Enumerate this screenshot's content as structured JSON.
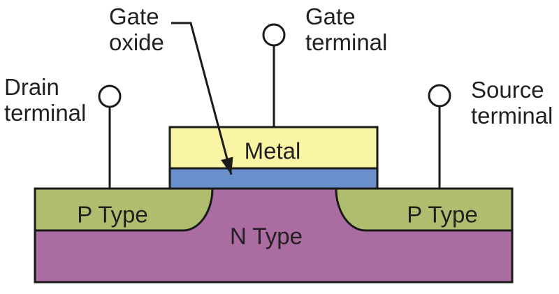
{
  "labels": {
    "gate_oxide": {
      "line1": "Gate",
      "line2": "oxide"
    },
    "gate_terminal": {
      "line1": "Gate",
      "line2": "terminal"
    },
    "drain_terminal": {
      "line1": "Drain",
      "line2": "terminal"
    },
    "source_terminal": {
      "line1": "Source",
      "line2": "terminal"
    }
  },
  "regions": {
    "metal": "Metal",
    "p_type_left": "P Type",
    "p_type_right": "P Type",
    "n_type": "N Type"
  },
  "colors": {
    "metal": "#FAF5A4",
    "gate_oxide": "#6A8FCD",
    "p_type": "#AFBE6E",
    "n_type": "#AA6CA1",
    "outline": "#1A1A1A",
    "terminal_fill": "#FFFFFF",
    "text": "#231F20",
    "background": "#FFFFFF"
  }
}
